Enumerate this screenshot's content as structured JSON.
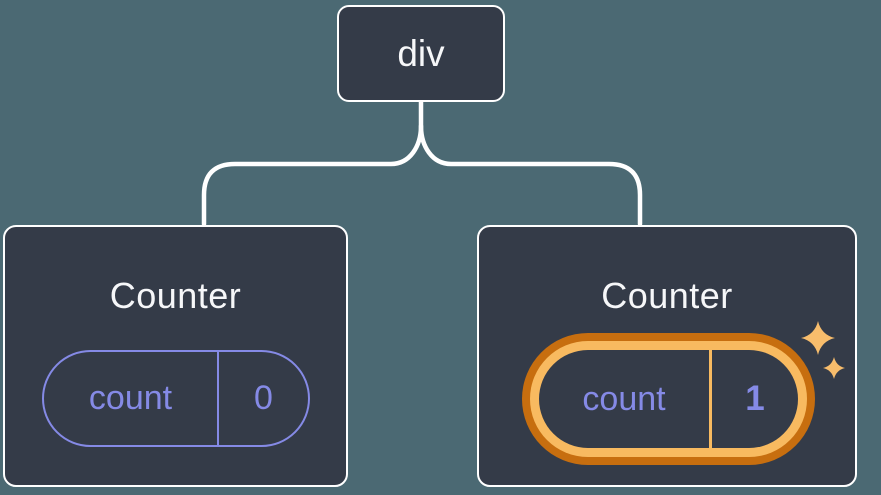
{
  "diagram": {
    "root": {
      "label": "div"
    },
    "children": [
      {
        "title": "Counter",
        "state": {
          "label": "count",
          "value": "0"
        },
        "highlighted": false
      },
      {
        "title": "Counter",
        "state": {
          "label": "count",
          "value": "1"
        },
        "highlighted": true
      }
    ]
  },
  "icons": {
    "sparkles": "sparkles-icon"
  },
  "colors": {
    "background": "#4b6973",
    "node-bg": "#343b48",
    "node-border": "#ffffff",
    "connector": "#ffffff",
    "state-accent": "#858ae6",
    "highlight-dark": "#c76e0f",
    "highlight-light": "#f8ba60",
    "sparkle": "#f8bd6c",
    "text-primary": "#f6f7f9"
  }
}
